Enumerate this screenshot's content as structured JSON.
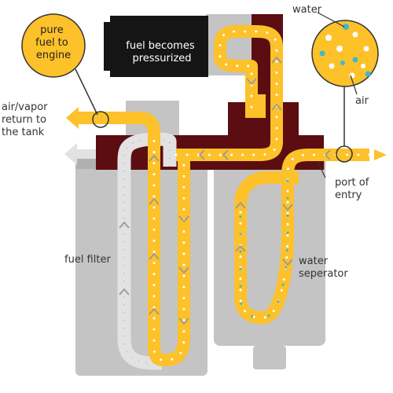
{
  "labels": {
    "pure_fuel": [
      "pure",
      "fuel to",
      "engine"
    ],
    "pressurized": [
      "fuel becomes",
      "pressurized"
    ],
    "water": "water",
    "air": "air",
    "air_vapor": [
      "air/vapor",
      "return to",
      "the tank"
    ],
    "port": [
      "port of",
      "entry"
    ],
    "fuel_filter": "fuel filter",
    "water_separator": [
      "water",
      "seperator"
    ]
  },
  "colors": {
    "fuel": "#fdc12a",
    "manifold": "#5c0d12",
    "housing": "#c4c4c4",
    "pump": "#151515",
    "return_path": "#e2e2e2",
    "outline": "#9a9a9a",
    "water_droplet": "#3fb8c9",
    "air_bubble": "#ffffff"
  },
  "icons": {
    "flow_arrow": "chevron-arrow-icon",
    "magnifier": "circle-callout-icon"
  }
}
